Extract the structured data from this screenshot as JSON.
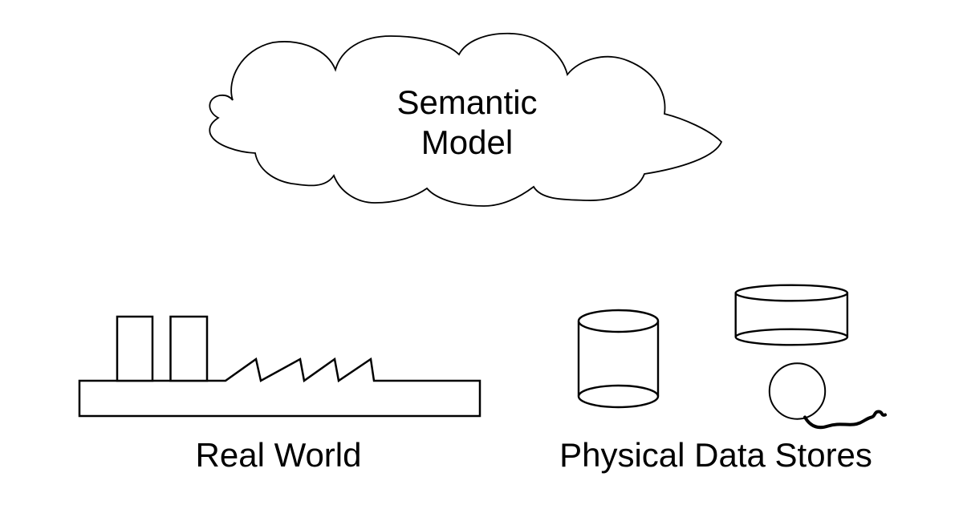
{
  "cloud": {
    "label_line1": "Semantic",
    "label_line2": "Model"
  },
  "labels": {
    "real_world": "Real World",
    "physical_data_stores": "Physical Data Stores"
  },
  "icons": {
    "cloud": "cloud-outline",
    "factory": "factory-silhouette-with-chimneys-and-sawtooth-roof",
    "tall_cylinder": "database-cylinder",
    "short_cylinder": "drum-cylinder",
    "tape_reel": "tape-reel-with-trailing-tape"
  },
  "colors": {
    "stroke": "#000000",
    "background": "#ffffff",
    "text": "#000000"
  }
}
